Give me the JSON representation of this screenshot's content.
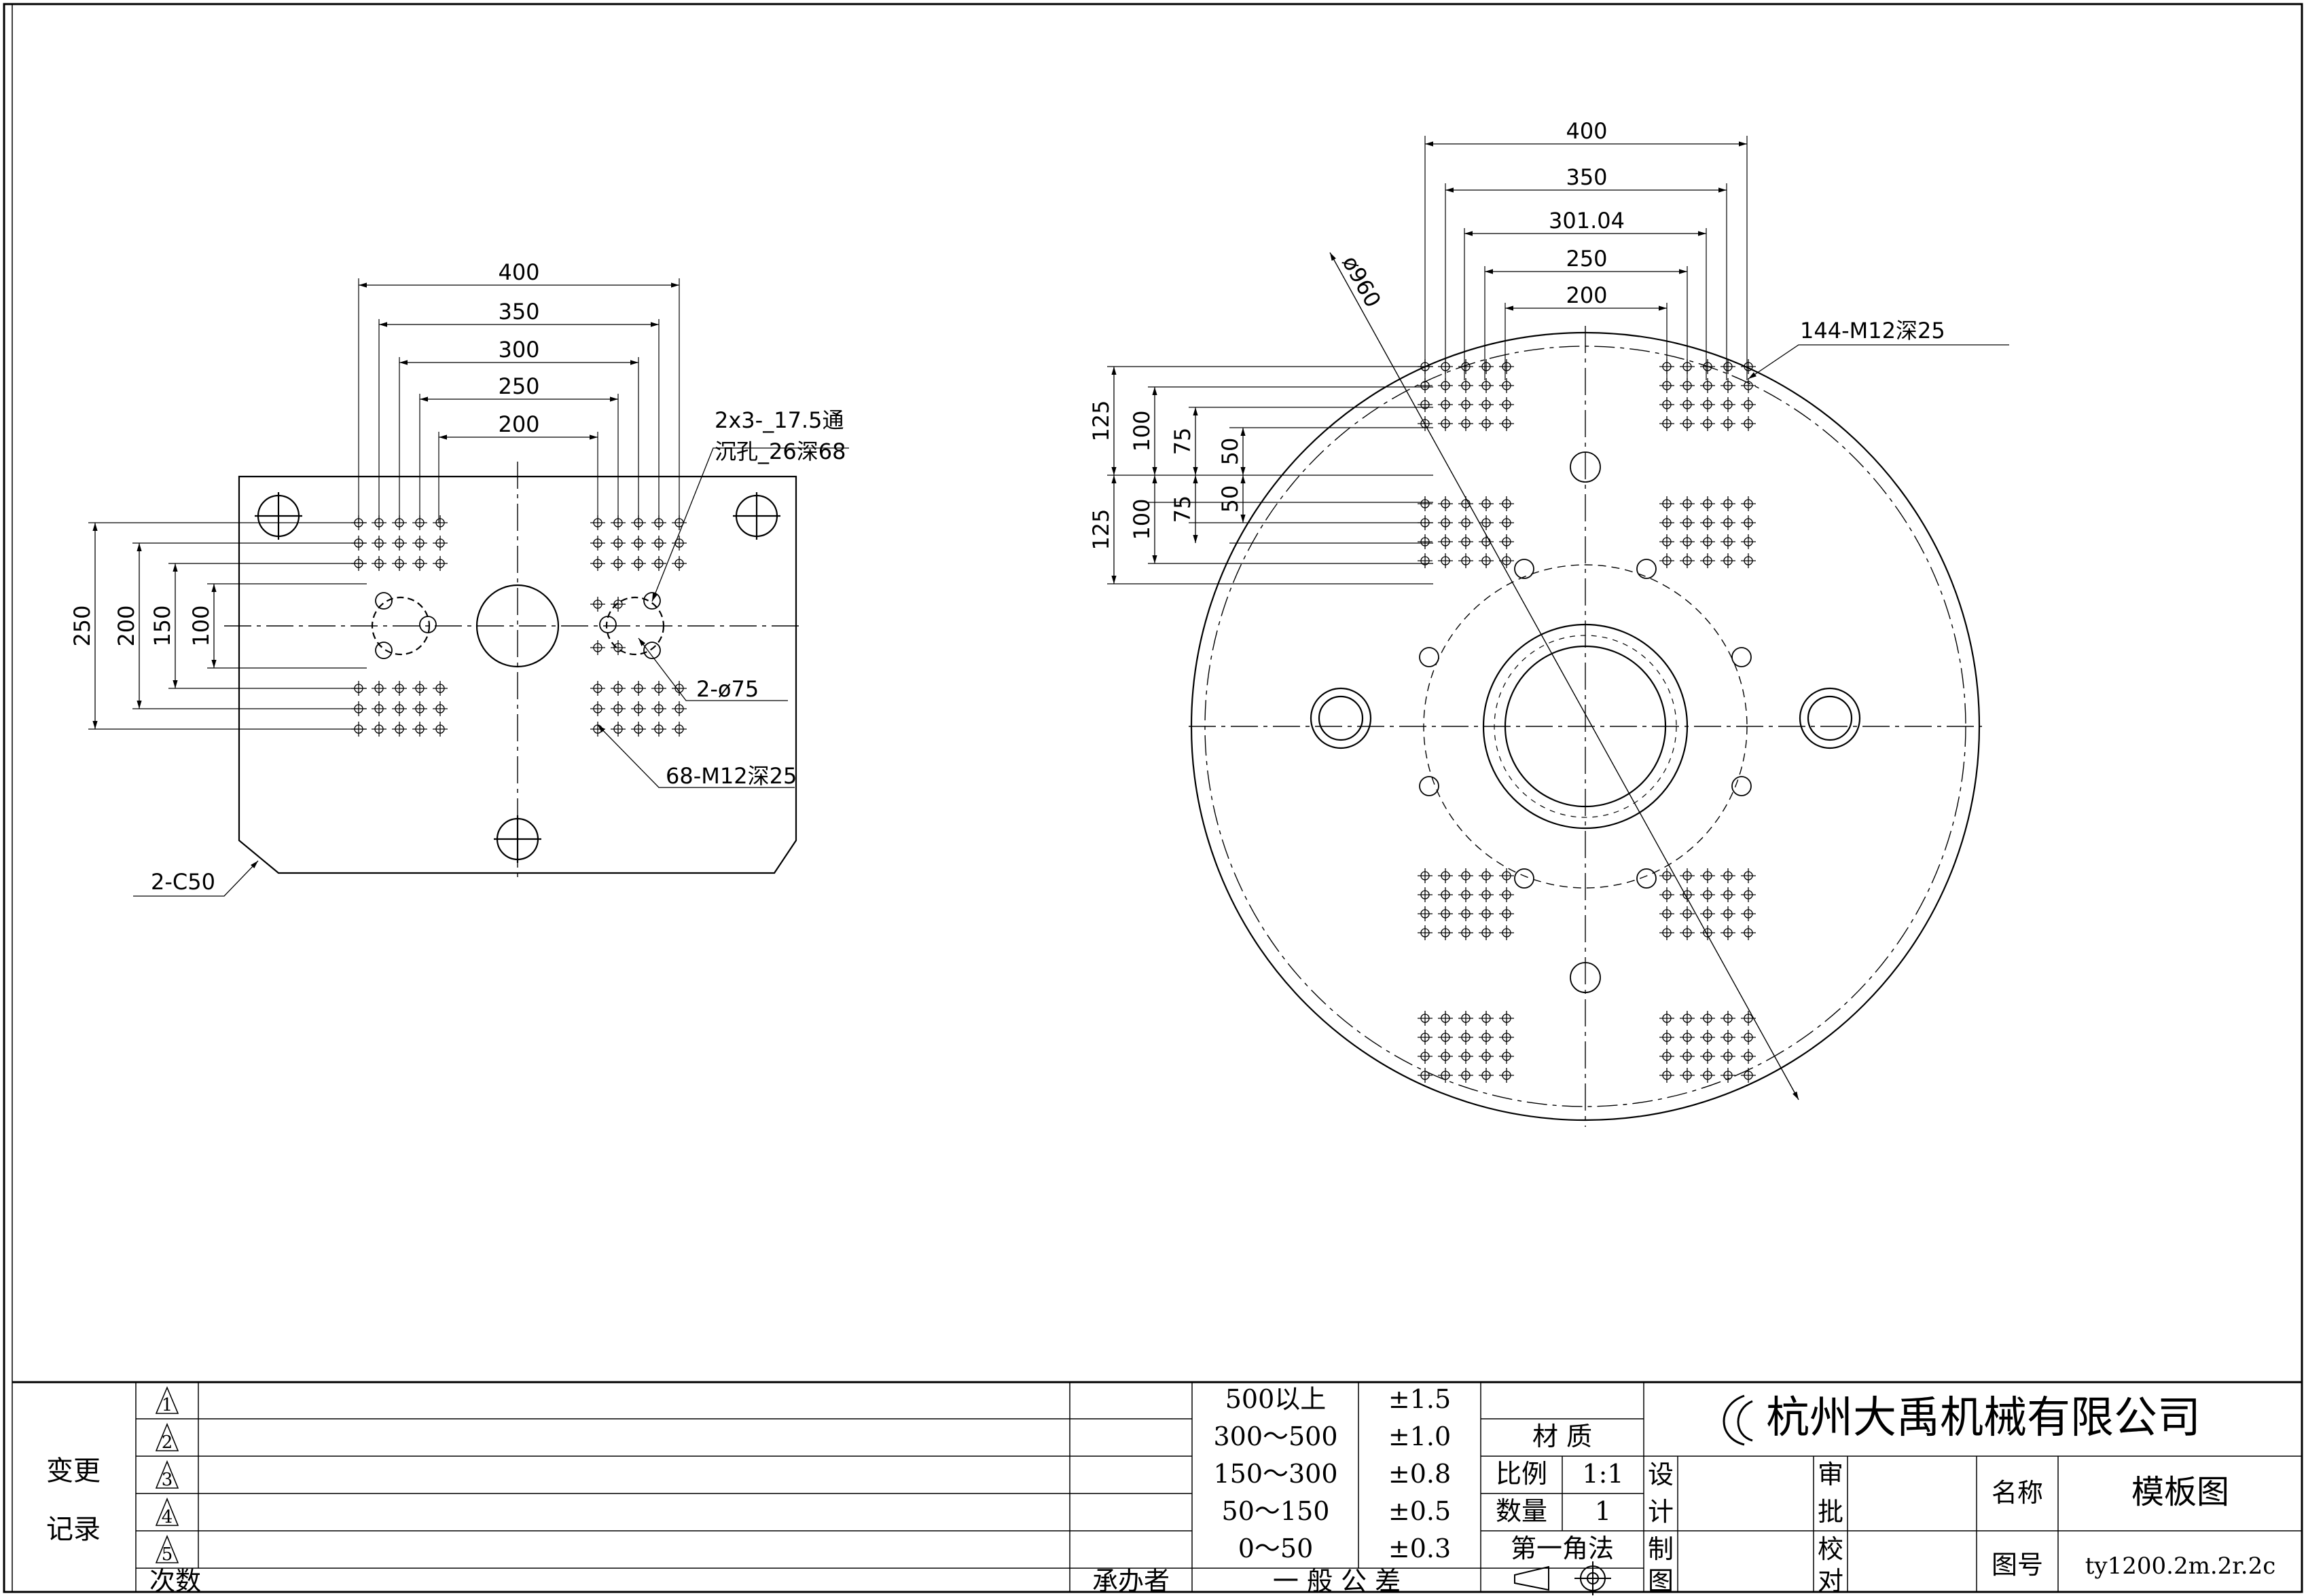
{
  "left_view": {
    "dims_top": [
      "400",
      "350",
      "300",
      "250",
      "200"
    ],
    "dims_left": [
      "250",
      "200",
      "150",
      "100"
    ],
    "callout_bolt": "2x3-_17.5通",
    "callout_bolt_2": "沉孔_26深68",
    "callout_ring": "2-ø75",
    "callout_holes": "68-M12深25",
    "callout_chamfer": "2-C50"
  },
  "right_view": {
    "dims_top": [
      "400",
      "350",
      "301.04",
      "250",
      "200"
    ],
    "dims_left_upper": [
      "125",
      "100",
      "75",
      "50"
    ],
    "dims_left_lower": [
      "125",
      "100",
      "75",
      "50"
    ],
    "diameter": "ø960",
    "callout_holes": "144-M12深25"
  },
  "title_block": {
    "change_record": [
      "变更",
      "记录"
    ],
    "revisions": [
      "1",
      "2",
      "3",
      "4",
      "5"
    ],
    "count_label": "次数",
    "handler_label": "承办者",
    "general_tol_label": "一 般 公 差",
    "tolerances": [
      {
        "range": "500以上",
        "tol": "±1.5"
      },
      {
        "range": "300～500",
        "tol": "±1.0"
      },
      {
        "range": "150～300",
        "tol": "±0.8"
      },
      {
        "range": "50～150",
        "tol": "±0.5"
      },
      {
        "range": "0～50",
        "tol": "±0.3"
      }
    ],
    "material_label": "材 质",
    "scale_label": "比例",
    "scale_value": "1:1",
    "qty_label": "数量",
    "qty_value": "1",
    "projection_label": "第一角法",
    "design_label": [
      "设",
      "计"
    ],
    "draw_label": [
      "制",
      "图"
    ],
    "approve_label": [
      "审",
      "批"
    ],
    "check_label": [
      "校",
      "对"
    ],
    "company": "杭州大禹机械有限公司",
    "name_label": "名称",
    "name_value": "模板图",
    "drawing_no_label": "图号",
    "drawing_no_value": "ty1200.2m.2r.2c"
  }
}
